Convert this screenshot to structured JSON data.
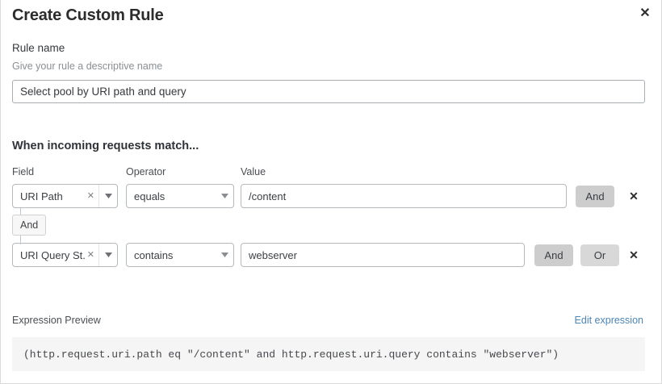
{
  "header": {
    "title": "Create Custom Rule",
    "close_icon": "close-icon"
  },
  "rule_name": {
    "label": "Rule name",
    "description": "Give your rule a descriptive name",
    "value": "Select pool by URI path and query",
    "placeholder": "Enter rule name"
  },
  "match_section": {
    "heading": "When incoming requests match...",
    "columns": {
      "field": "Field",
      "operator": "Operator",
      "value": "Value"
    },
    "connector": {
      "label": "And"
    },
    "rows": [
      {
        "field": "URI Path",
        "field_clear_icon": "clear-x-icon",
        "field_caret_icon": "chevron-down-icon",
        "operator": "equals",
        "operator_caret_icon": "chevron-down-icon",
        "value": "/content",
        "value_placeholder": "Enter value",
        "logic_buttons": [
          {
            "label": "And",
            "state": "active"
          }
        ],
        "delete_icon": "close-icon"
      },
      {
        "field": "URI Query St...",
        "field_clear_icon": "clear-x-icon",
        "field_caret_icon": "chevron-down-icon",
        "operator": "contains",
        "operator_caret_icon": "chevron-down-icon",
        "value": "webserver",
        "value_placeholder": "Enter value",
        "logic_buttons": [
          {
            "label": "And",
            "state": "active"
          },
          {
            "label": "Or",
            "state": "idle"
          }
        ],
        "delete_icon": "close-icon"
      }
    ]
  },
  "expression_preview": {
    "label": "Expression Preview",
    "edit_link": "Edit expression",
    "expression": "(http.request.uri.path eq \"/content\" and http.request.uri.query contains \"webserver\")"
  },
  "colors": {
    "link_blue": "#4d85b5",
    "button_active_gray": "#cdcdcd",
    "button_idle_gray": "#d8d8d8",
    "code_bg": "#f5f5f5",
    "border_gray": "#b4b9bd"
  }
}
